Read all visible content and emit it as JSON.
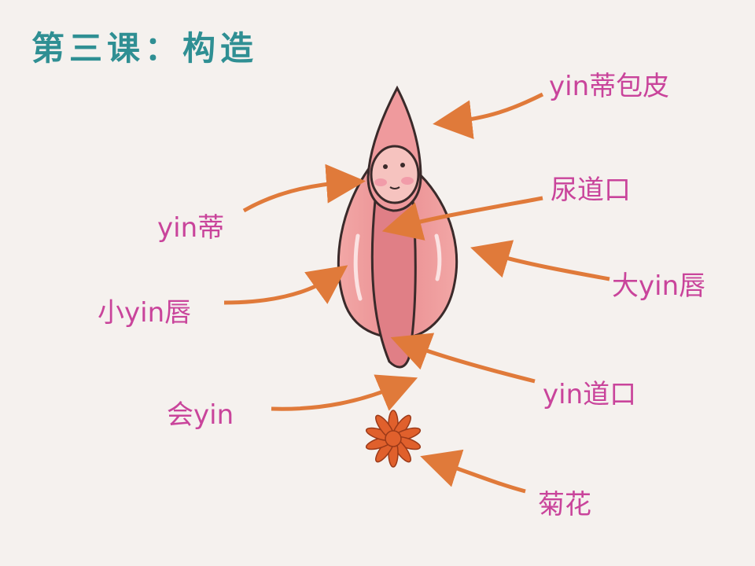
{
  "title": "第三课：构造",
  "labels": {
    "prepuce": "yin蒂包皮",
    "clitoris": "yin蒂",
    "urethra": "尿道口",
    "labia_majora": "大yin唇",
    "labia_minora": "小yin唇",
    "vaginal_opening": "yin道口",
    "perineum": "会yin",
    "anus": "菊花"
  },
  "colors": {
    "title": "#2f8f93",
    "label": "#c9449b",
    "arrow": "#e07a3a",
    "body": "#e98f93",
    "flower": "#e0602c"
  }
}
